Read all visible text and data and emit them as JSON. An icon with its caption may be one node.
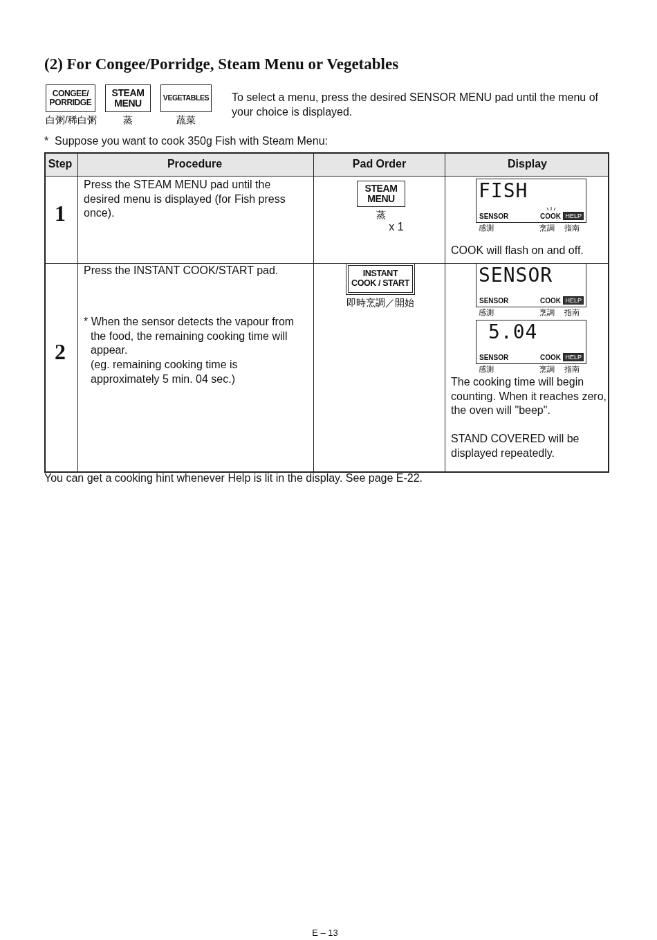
{
  "diagram": {
    "title": "(2) For Congee/Porridge, Steam Menu or Vegetables",
    "nodes": [
      {
        "text": [
          "CONGEE/ PORRIDGE"
        ],
        "beside": [
          "白粥/稀白粥"
        ]
      },
      {
        "text": [
          "STEAM MENU"
        ],
        "beside": [
          "蒸"
        ]
      },
      {
        "text": [
          "VEGETABLES"
        ],
        "beside": [
          "蔬菜"
        ]
      },
      {
        "text": [
          "STEAM MENU"
        ],
        "beside": [
          "蒸",
          "x 1"
        ]
      },
      {
        "text": [
          "FISH",
          "SENSOR",
          "COOK",
          "HELP"
        ],
        "beside": [
          "感測",
          "烹調",
          "指南"
        ]
      },
      {
        "text": [
          "INSTANT COOK / START"
        ],
        "beside": [
          "即時烹調／開始"
        ]
      },
      {
        "text": [
          "SENSOR",
          "SENSOR",
          "COOK",
          "HELP"
        ],
        "beside": [
          "感測",
          "烹調",
          "指南"
        ]
      },
      {
        "text": [
          "5.04",
          "SENSOR",
          "COOK",
          "HELP"
        ],
        "beside": [
          "感測",
          "烹調",
          "指南"
        ]
      }
    ],
    "labels": [
      "To select a menu, press the desired SENSOR MENU pad until the menu of your choice is displayed.",
      "*  Suppose you want to cook 350g Fish with Steam Menu:",
      "Step",
      "Procedure",
      "Pad Order",
      "Display",
      "1",
      "Press the STEAM MENU pad until the desired menu is displayed (for Fish press once).",
      "COOK will flash on and off.",
      "2",
      "Press the INSTANT COOK/START pad.",
      "* When the sensor detects the vapour from the food, the remaining cooking time will appear.",
      "(eg. remaining cooking time is approximately 5 min. 04 sec.)",
      "The cooking time will begin counting. When it reaches zero, the oven will \"beep\".",
      "STAND COVERED will be displayed repeatedly.",
      "You can get a cooking hint whenever Help is lit in the display. See page E-22.",
      "E – 13"
    ]
  }
}
